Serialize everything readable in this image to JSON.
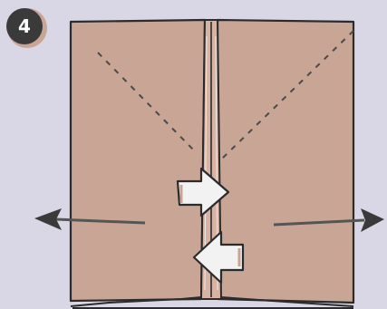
{
  "step": {
    "number": "4",
    "badge_icon": "step-number-badge"
  },
  "colors": {
    "background": "#d9d6e6",
    "paper": "#c9a596",
    "outline": "#2b2b2b",
    "fold_line": "#4a4a4a",
    "arrow_fill": "#f2f2f2"
  },
  "diagram": {
    "subject": "paper-folding-instruction",
    "icons": [
      "left-push-arrow-icon",
      "right-push-arrow-icon",
      "open-right-arrow-icon",
      "open-left-arrow-icon"
    ]
  }
}
